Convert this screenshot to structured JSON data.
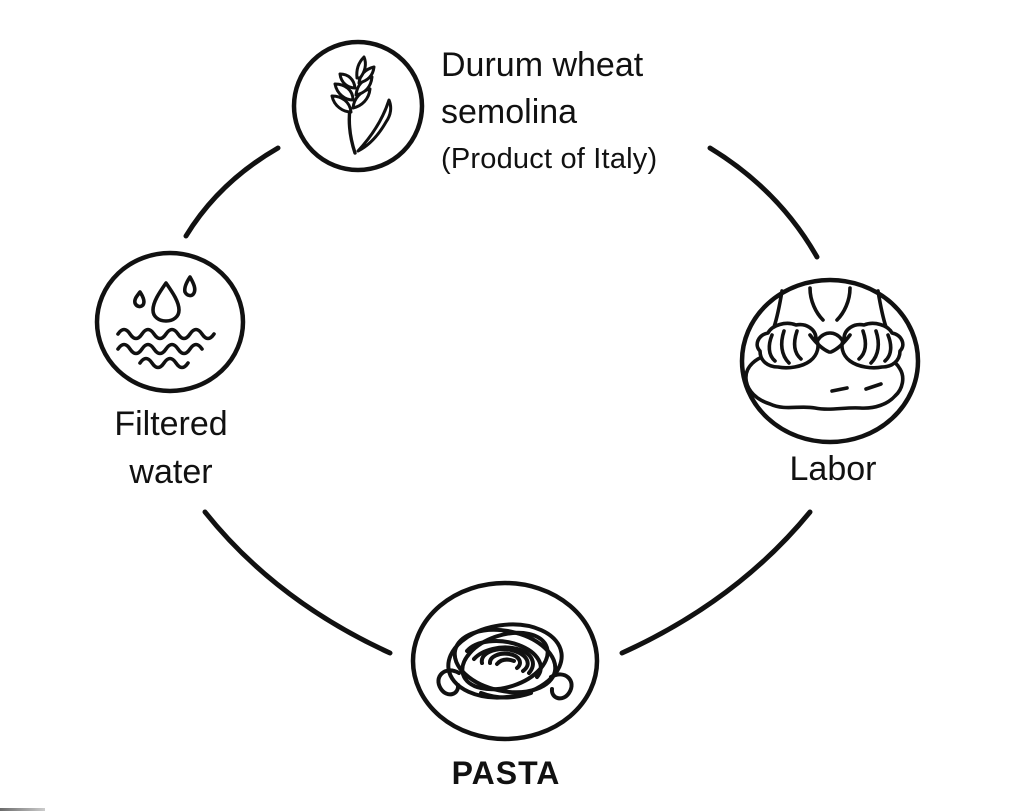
{
  "background": "#ffffff",
  "ink": "#111111",
  "diagram": {
    "type": "cycle",
    "description": "Four nodes connected by arcs of a circle: ingredients flowing to pasta",
    "nodes": {
      "wheat": {
        "line1": "Durum wheat",
        "line2": "semolina",
        "note": "(Product of Italy)",
        "icon": "wheat-icon"
      },
      "water": {
        "line1": "Filtered",
        "line2": "water",
        "icon": "water-icon"
      },
      "labor": {
        "label": "Labor",
        "icon": "kneading-hands-icon"
      },
      "pasta": {
        "label": "PASTA",
        "icon": "pasta-nest-icon"
      }
    }
  }
}
